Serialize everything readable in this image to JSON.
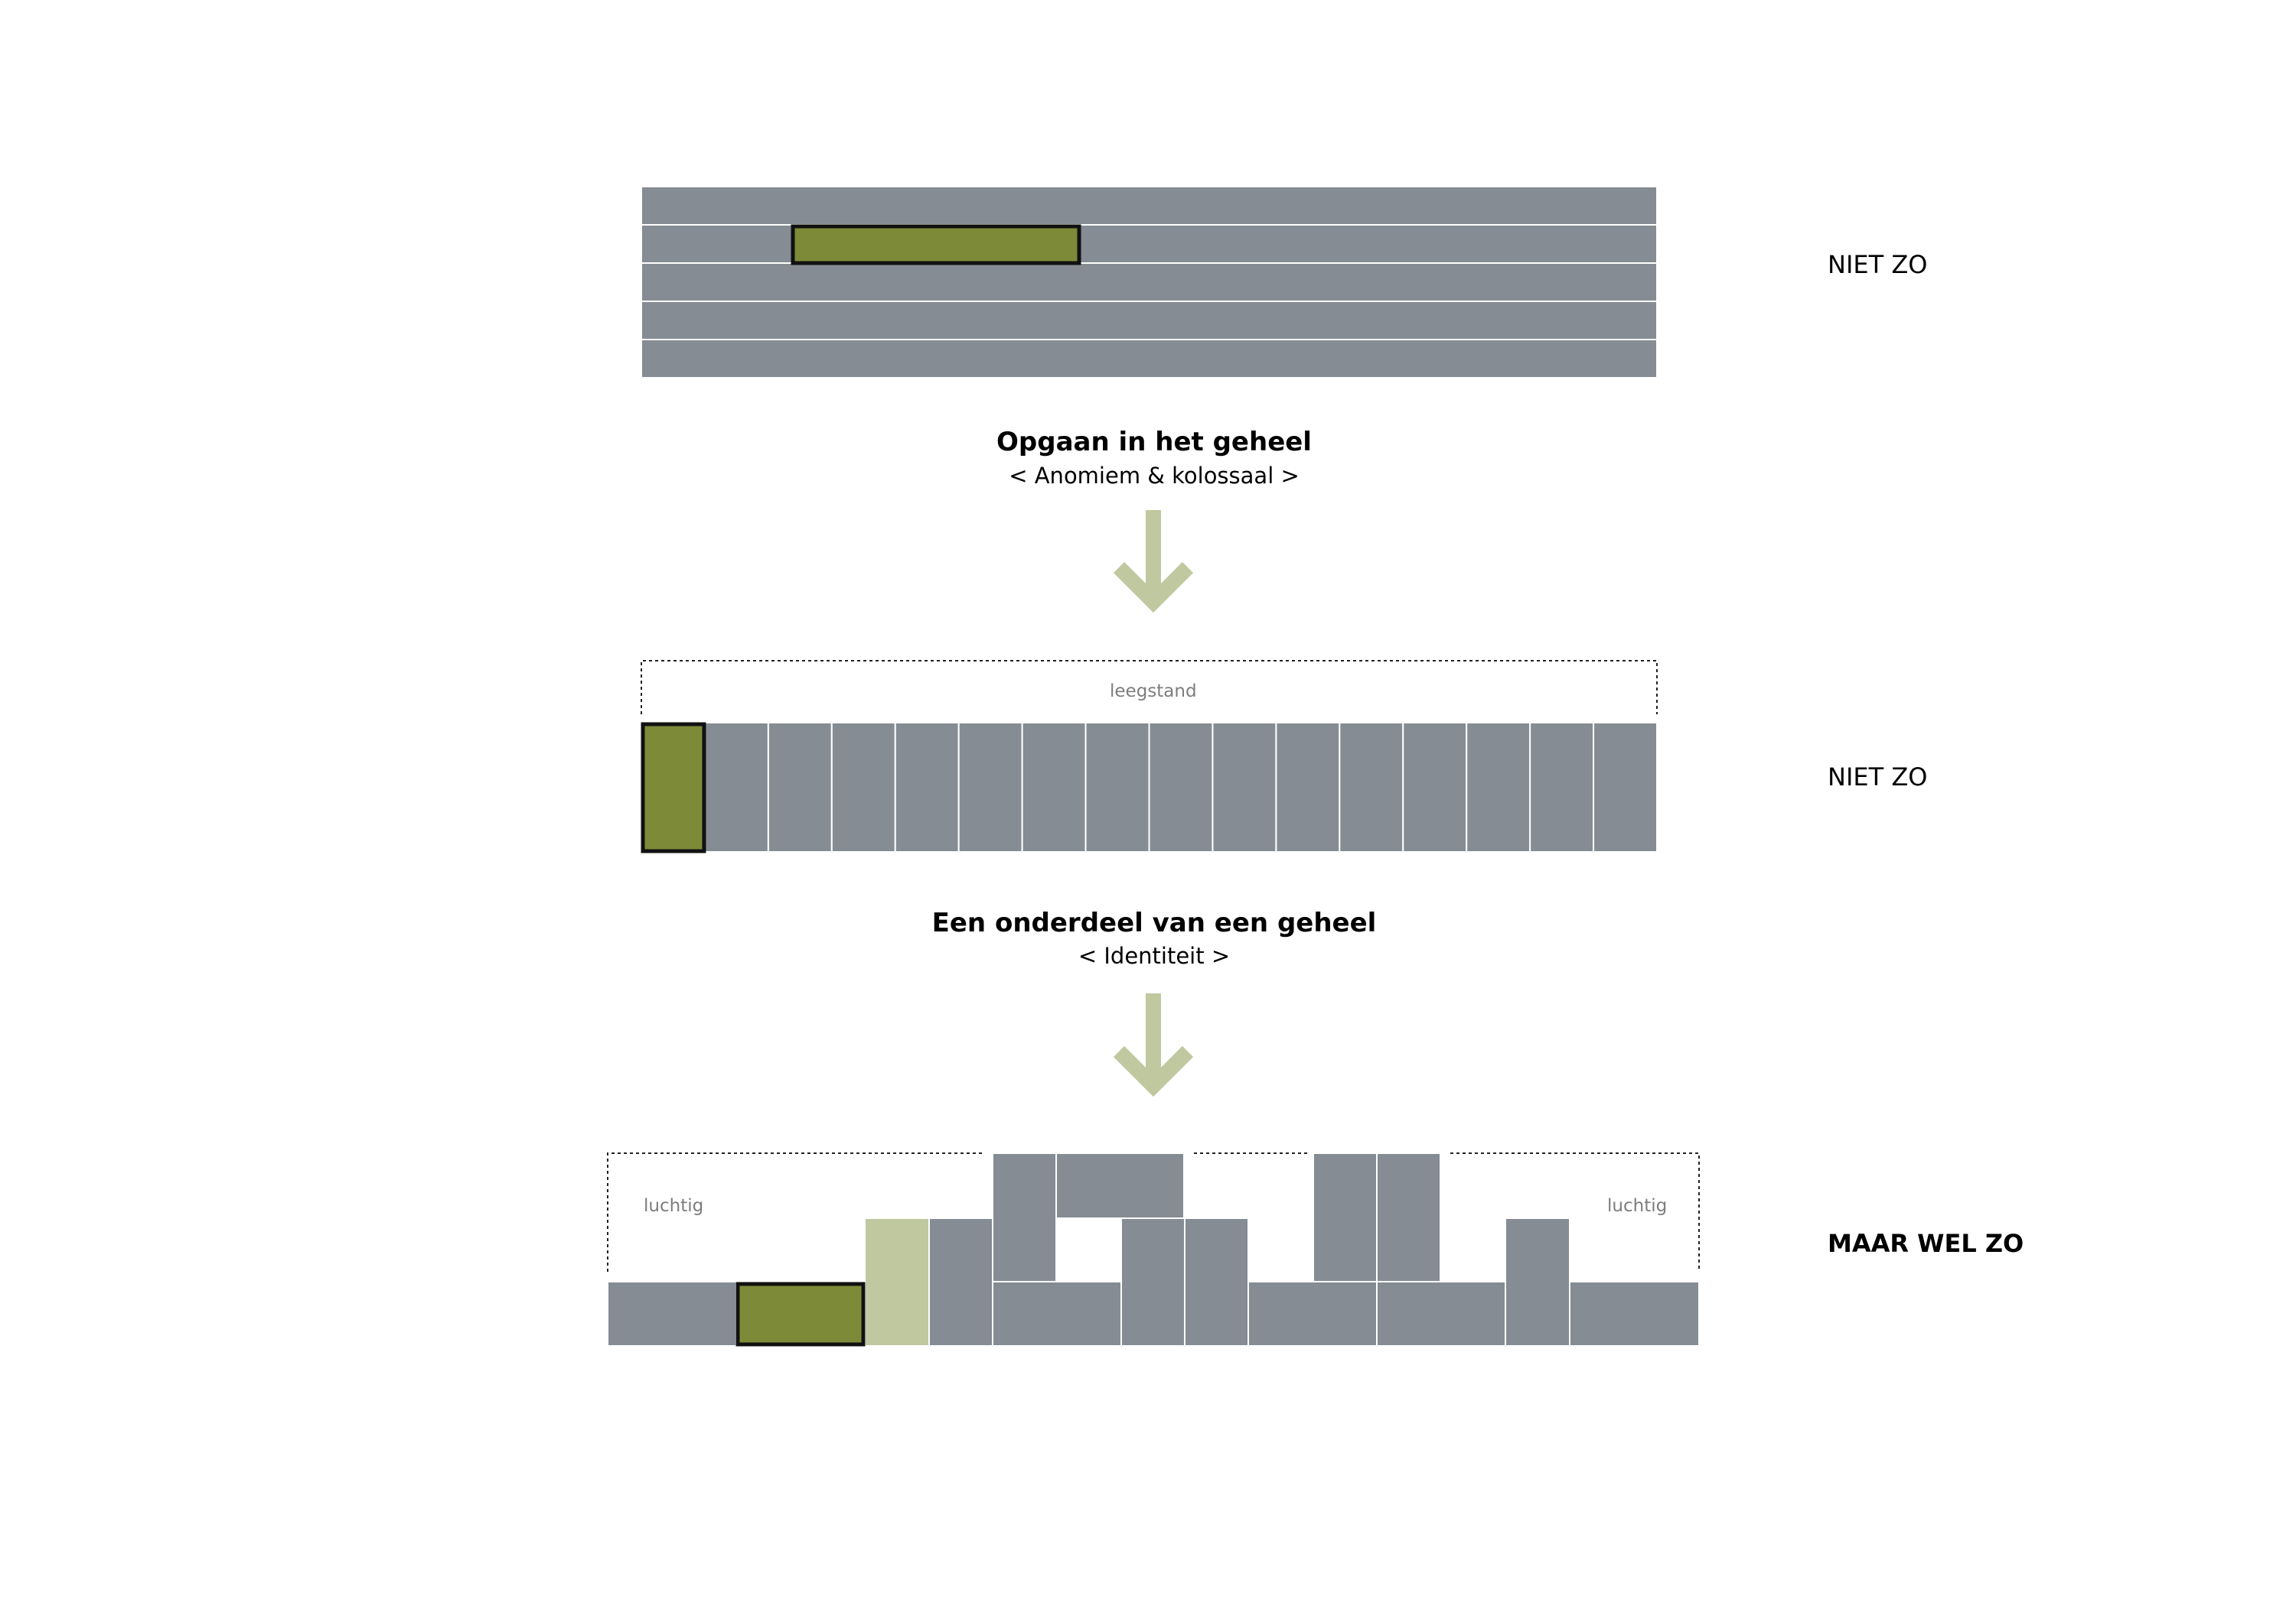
{
  "colors": {
    "grey": "#858c93",
    "green": "#7d8b38",
    "light_green": "#c0c89f",
    "arrow": "#c0c89f",
    "outline": "#111111"
  },
  "section1": {
    "side_label": "NIET ZO"
  },
  "transition1": {
    "title": "Opgaan in het geheel",
    "subtitle": "< Anomiem & kolossaal >"
  },
  "section2": {
    "side_label": "NIET ZO",
    "note": "leegstand"
  },
  "transition2": {
    "title": "Een onderdeel van een geheel",
    "subtitle": "< Identiteit >"
  },
  "section3": {
    "side_label": "MAAR WEL ZO",
    "note_left": "luchtig",
    "note_right": "luchtig"
  }
}
